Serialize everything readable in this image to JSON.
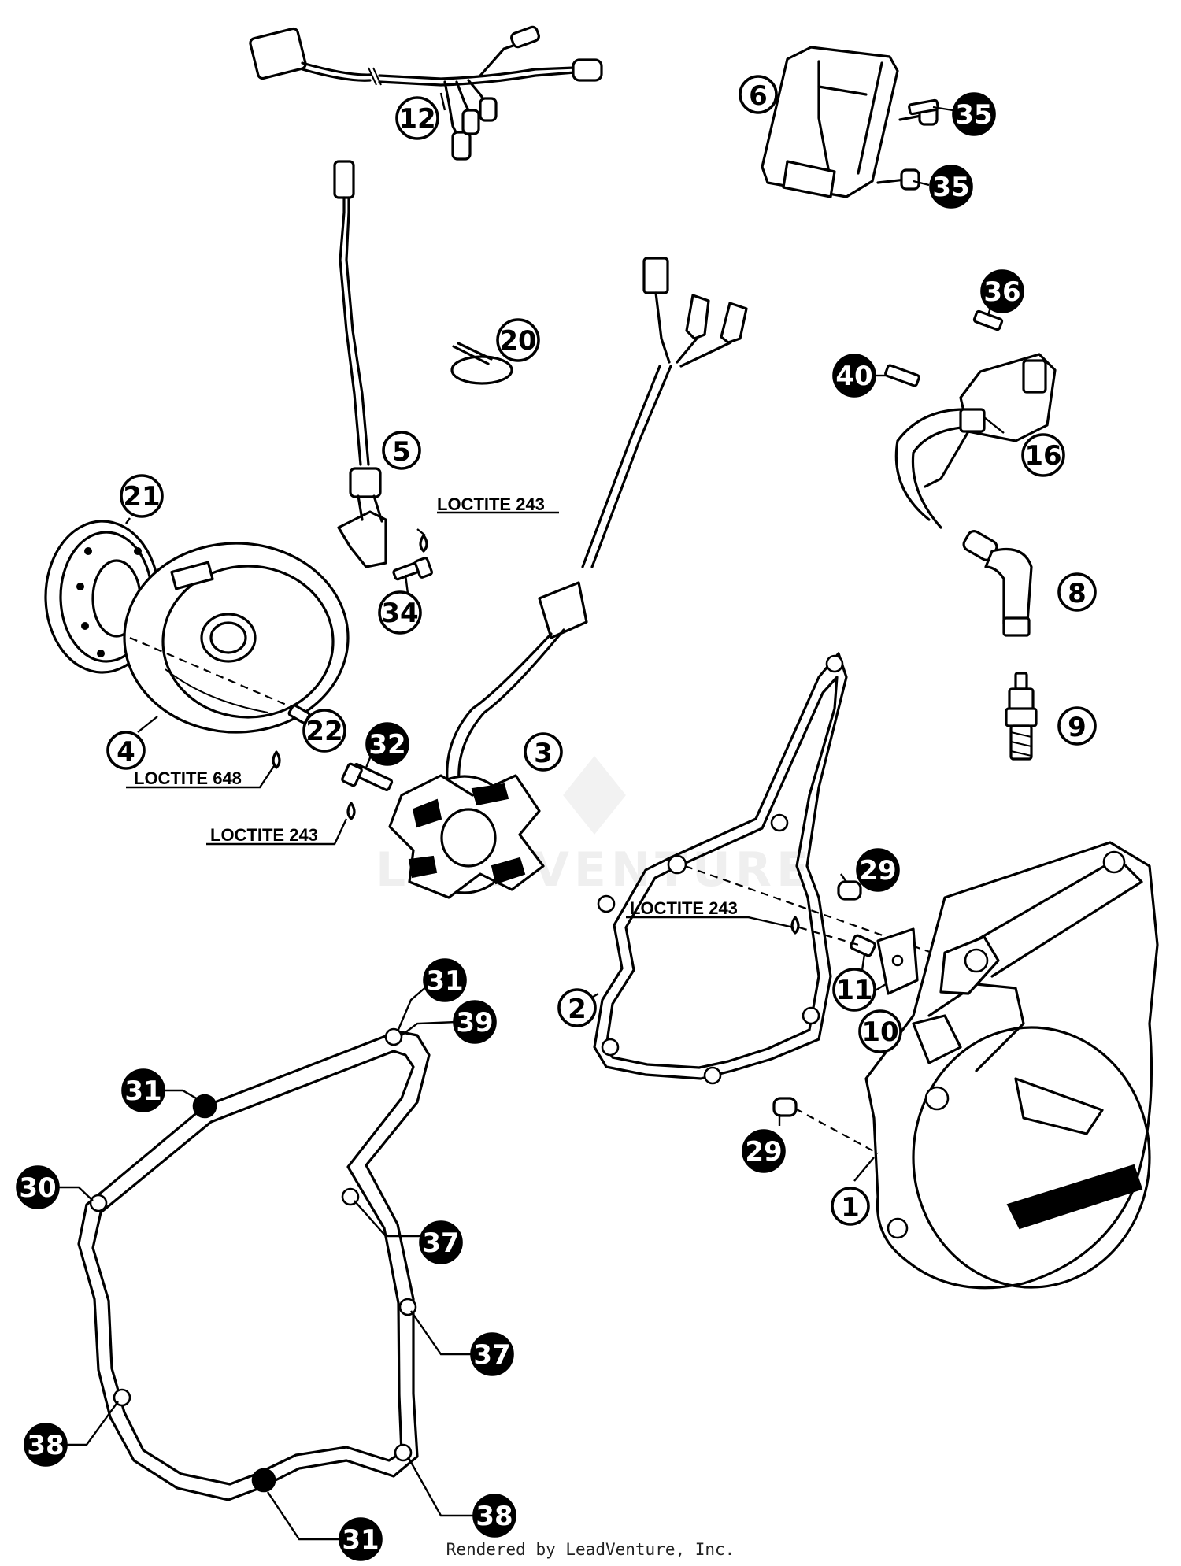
{
  "callouts": {
    "c1": "1",
    "c2": "2",
    "c3": "3",
    "c4": "4",
    "c5": "5",
    "c6": "6",
    "c8": "8",
    "c9": "9",
    "c10": "10",
    "c11": "11",
    "c12": "12",
    "c16": "16",
    "c20": "20",
    "c21": "21",
    "c22": "22",
    "c29a": "29",
    "c29b": "29",
    "c30": "30",
    "c31a": "31",
    "c31b": "31",
    "c31c": "31",
    "c32": "32",
    "c34": "34",
    "c35a": "35",
    "c35b": "35",
    "c36": "36",
    "c37a": "37",
    "c37b": "37",
    "c38a": "38",
    "c38b": "38",
    "c39": "39",
    "c40": "40"
  },
  "notes": {
    "loctite_243_top": "LOCTITE 243",
    "loctite_648": "LOCTITE 648",
    "loctite_243_left": "LOCTITE 243",
    "loctite_243_right": "LOCTITE 243"
  },
  "watermark": "LEADVENTURE",
  "footer": "Rendered by LeadVenture, Inc."
}
